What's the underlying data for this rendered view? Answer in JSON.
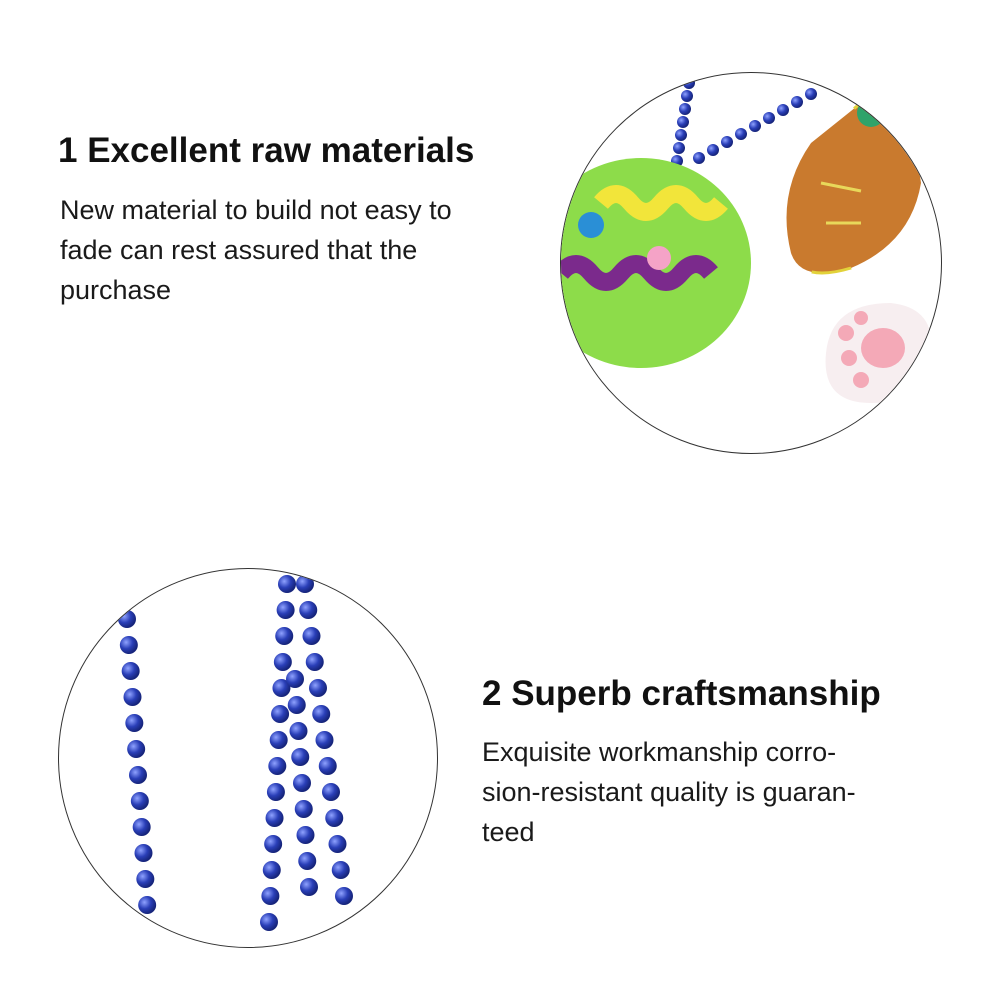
{
  "features": [
    {
      "title": "1 Excellent raw materials",
      "description_lines": [
        "New material to build not easy to",
        "fade can rest assured that the",
        "purchase"
      ]
    },
    {
      "title": "2 Superb craftsmanship",
      "description_lines": [
        "Exquisite workmanship corro-",
        "sion-resistant quality is guaran-",
        "teed"
      ]
    }
  ],
  "images": [
    {
      "subject": "felt-easter-ornaments-photo",
      "colors": {
        "bead": "#2a3fb8",
        "egg": "#8ddc4a",
        "zigzag_yellow": "#f2e53a",
        "zigzag_purple": "#7b2a8c",
        "carrot": "#d6893a",
        "paw": "#f4b9c4"
      }
    },
    {
      "subject": "blue-bead-strands-photo",
      "colors": {
        "bead": "#2a3fb8",
        "bead_highlight": "#7f93ff"
      }
    }
  ]
}
